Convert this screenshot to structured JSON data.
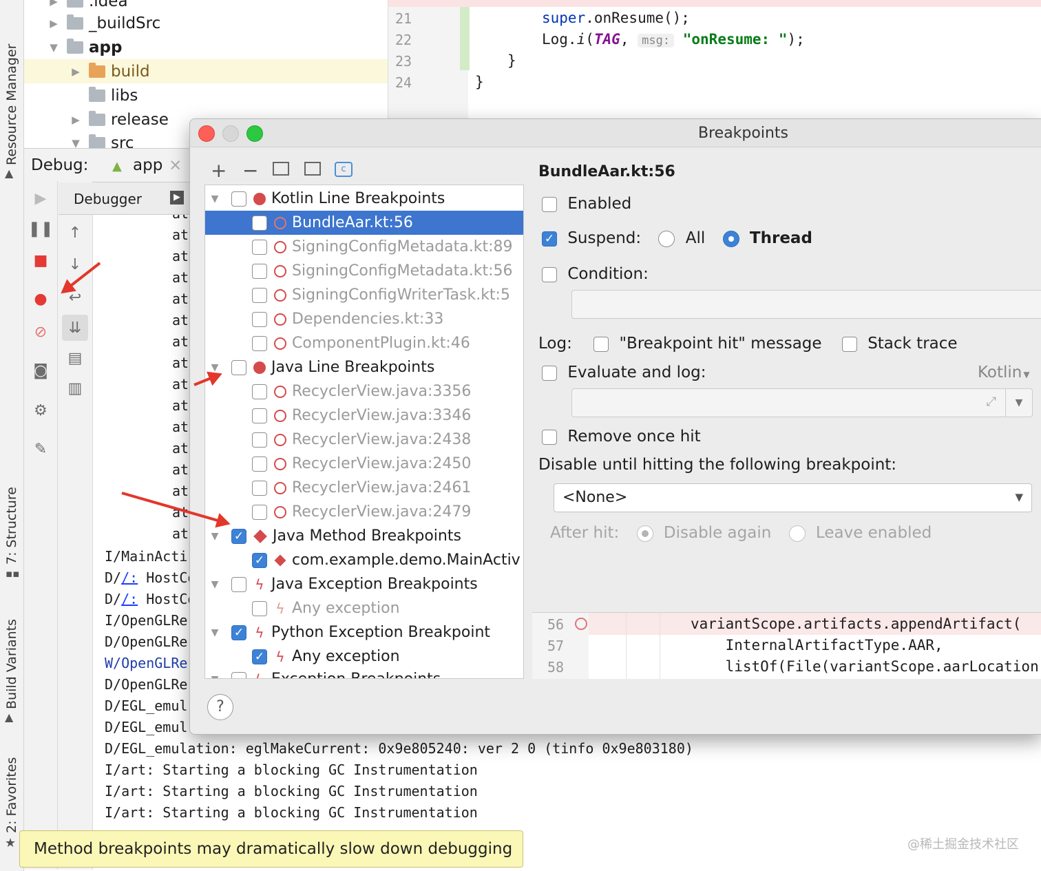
{
  "left_strip": {
    "tabs": [
      "Resource Manager",
      "7: Structure",
      "Build Variants",
      "2: Favorites"
    ]
  },
  "project_tree": {
    "items": [
      {
        "label": ".idea"
      },
      {
        "label": "_buildSrc"
      },
      {
        "label": "app"
      },
      {
        "label": "build"
      },
      {
        "label": "libs"
      },
      {
        "label": "release"
      },
      {
        "label": "src"
      }
    ]
  },
  "editor": {
    "line_numbers": [
      "21",
      "22",
      "23",
      "24"
    ],
    "line1": {
      "kw": "super",
      "rest": ".onResume();"
    },
    "line2": {
      "obj": "Log.",
      "method": "i",
      "open": "(",
      "tag": "TAG",
      "comma": ",",
      "hint": "msg:",
      "str": "\"onResume: \"",
      "end": ");"
    },
    "line3": "}",
    "line4": "}"
  },
  "debug": {
    "label": "Debug:",
    "tab": "app",
    "tab_close": "×",
    "debugger_tab": "Debugger",
    "frame_prefix": "at",
    "log_lines": [
      {
        "pre": "I/MainActi",
        "link": "",
        "post": ""
      },
      {
        "pre": "D/",
        "link": "/:",
        "post": " HostCo"
      },
      {
        "pre": "D/",
        "link": "/:",
        "post": " HostCo"
      },
      {
        "pre": "I/OpenGLRe",
        "link": "",
        "post": ""
      },
      {
        "pre": "D/OpenGLRe",
        "link": "",
        "post": ""
      },
      {
        "pre": "W/OpenGLRe",
        "link": "",
        "post": ""
      },
      {
        "pre": "D/OpenGLRe",
        "link": "",
        "post": ""
      },
      {
        "pre": "D/EGL_emul",
        "link": "",
        "post": ""
      },
      {
        "pre": "D/EGL_emul",
        "link": "",
        "post": ""
      },
      {
        "pre": "D/EGL_emulation: eglMakeCurrent: 0x9e805240: ver 2 0 (tinfo 0x9e803180)",
        "link": "",
        "post": ""
      },
      {
        "pre": "I/art: Starting a blocking GC Instrumentation",
        "link": "",
        "post": ""
      },
      {
        "pre": "I/art: Starting a blocking GC Instrumentation",
        "link": "",
        "post": ""
      },
      {
        "pre": "I/art: Starting a blocking GC Instrumentation",
        "link": "",
        "post": ""
      }
    ]
  },
  "dialog": {
    "title": "Breakpoints",
    "toolbar": {
      "add": "+",
      "remove": "−",
      "help": "?"
    },
    "groups": [
      {
        "label": "Kotlin Line Breakpoints"
      },
      {
        "label": "Java Line Breakpoints"
      },
      {
        "label": "Java Method Breakpoints"
      },
      {
        "label": "Java Exception Breakpoints"
      },
      {
        "label": "Python Exception Breakpoint"
      },
      {
        "label": "Exception Breakpoints"
      }
    ],
    "items": [
      {
        "label": "BundleAar.kt:56"
      },
      {
        "label": "SigningConfigMetadata.kt:89"
      },
      {
        "label": "SigningConfigMetadata.kt:56"
      },
      {
        "label": "SigningConfigWriterTask.kt:5"
      },
      {
        "label": "Dependencies.kt:33"
      },
      {
        "label": "ComponentPlugin.kt:46"
      },
      {
        "label": "RecyclerView.java:3356"
      },
      {
        "label": "RecyclerView.java:3346"
      },
      {
        "label": "RecyclerView.java:2438"
      },
      {
        "label": "RecyclerView.java:2450"
      },
      {
        "label": "RecyclerView.java:2461"
      },
      {
        "label": "RecyclerView.java:2479"
      },
      {
        "label": "com.example.demo.MainActiv"
      },
      {
        "label": "Any exception"
      },
      {
        "label": "Any exception"
      }
    ],
    "detail": {
      "heading": "BundleAar.kt:56",
      "enabled": "Enabled",
      "suspend": "Suspend:",
      "all": "All",
      "thread": "Thread",
      "condition": "Condition:",
      "log": "Log:",
      "log_message": "\"Breakpoint hit\" message",
      "stack_trace": "Stack trace",
      "evaluate_and_log": "Evaluate and log:",
      "language": "Kotlin",
      "remove_once_hit": "Remove once hit",
      "disable_until": "Disable until hitting the following breakpoint:",
      "none_option": "<None>",
      "after_hit": "After hit:",
      "disable_again": "Disable again",
      "leave_enabled": "Leave enabled"
    },
    "preview": {
      "line_numbers": [
        "56",
        "57",
        "58"
      ],
      "lines": [
        "variantScope.artifacts.appendArtifact(",
        "    InternalArtifactType.AAR,",
        "    listOf(File(variantScope.aarLocation,"
      ]
    }
  },
  "tooltip": {
    "text": "Method breakpoints may dramatically slow down debugging"
  },
  "watermark": {
    "text": "@稀土掘金技术社区"
  },
  "colors": {
    "selection": "#3d75cf",
    "breakpoint": "#d54b4b",
    "checkbox": "#3d82d6",
    "arrow": "#e2372a",
    "tooltip_bg": "#fbf8b7"
  }
}
